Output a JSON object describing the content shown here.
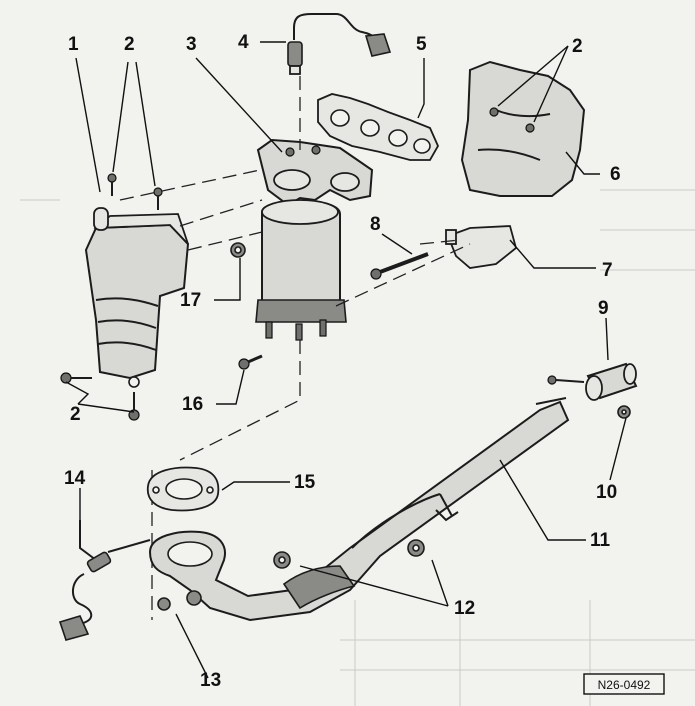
{
  "figure_id": "N26-0492",
  "callouts": {
    "c1": "1",
    "c2a": "2",
    "c2b": "2",
    "c2c": "2",
    "c3": "3",
    "c4": "4",
    "c5": "5",
    "c6": "6",
    "c7": "7",
    "c8": "8",
    "c9": "9",
    "c10": "10",
    "c11": "11",
    "c12": "12",
    "c13": "13",
    "c14": "14",
    "c15": "15",
    "c16": "16",
    "c17": "17"
  }
}
